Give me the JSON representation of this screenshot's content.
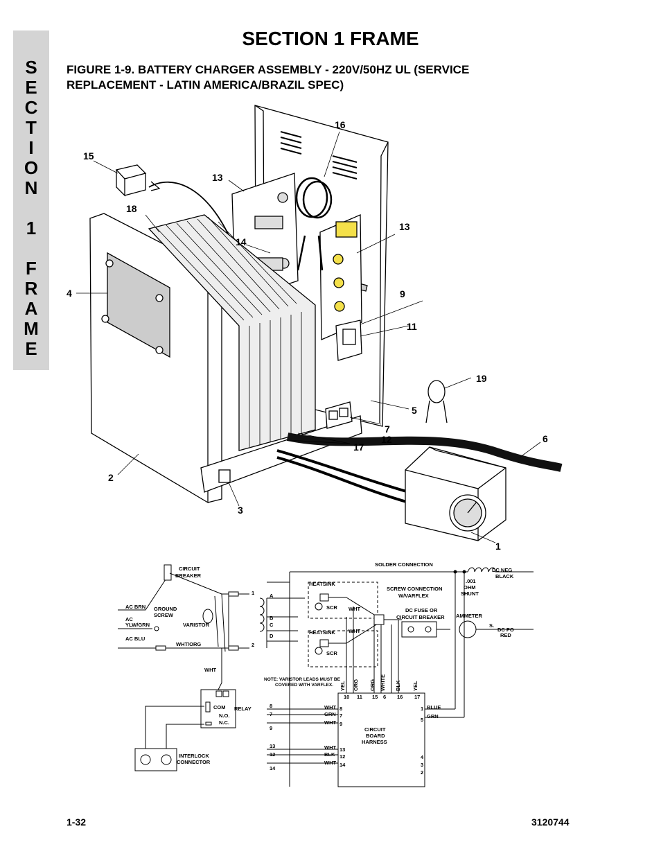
{
  "side_tab": {
    "letters": [
      "S",
      "E",
      "C",
      "T",
      "I",
      "O",
      "N",
      "",
      "1",
      "",
      "F",
      "R",
      "A",
      "M",
      "E"
    ]
  },
  "section_title": "SECTION 1  FRAME",
  "figure_title_line1": "FIGURE 1-9.    BATTERY CHARGER ASSEMBLY - 220V/50HZ UL (SERVICE",
  "figure_title_line2": "REPLACEMENT - LATIN AMERICA/BRAZIL SPEC)",
  "callouts": [
    "16",
    "15",
    "13",
    "18",
    "14",
    "13",
    "4",
    "9",
    "11",
    "19",
    "5",
    "7",
    "12",
    "17",
    "6",
    "2",
    "3",
    "1"
  ],
  "schematic": {
    "labels": {
      "circuit_breaker_1": "CIRCUIT",
      "circuit_breaker_2": "BREAKER",
      "ac_brn": "AC BRN",
      "ground_screw_1": "GROUND",
      "ground_screw_2": "SCREW",
      "ac_1": "AC",
      "ylw_grn": "YLW/GRN",
      "varistor": "VARISTOR",
      "ac_blu": "AC BLU",
      "wht_org": "WHT/ORG",
      "wht": "WHT",
      "relay": "RELAY",
      "com": "COM",
      "no": "N.O.",
      "nc": "N.C.",
      "interlock_1": "INTERLOCK",
      "interlock_2": "CONNECTOR",
      "t1": "1",
      "t2": "2",
      "a": "A",
      "b": "B",
      "c": "C",
      "d": "D",
      "heatsink_1": "HEATSINK",
      "heatsink_2": "HEATSINK",
      "scr_1": "SCR",
      "scr_2": "SCR",
      "wht_1": "WHT",
      "wht_2": "WHT",
      "screw_conn_1": "SCREW CONNECTION",
      "screw_conn_2": "W/VARFLEX",
      "solder": "SOLDER CONNECTION",
      "dc_fuse_1": "DC FUSE OR",
      "dc_fuse_2": "CIRCUIT BREAKER",
      "ohm_1": ".001",
      "ohm_2": "OHM",
      "ohm_3": "SHUNT",
      "dc_neg_1": "DC NEG",
      "dc_neg_2": "BLACK",
      "ammeter": "AMMETER",
      "s": "S.",
      "dc_pos_1": "DC PO",
      "dc_pos_2": "RED",
      "note_1": "NOTE: VARISTOR LEADS MUST BE",
      "note_2": "COVERED WITH VARFLEX.",
      "harness_1": "CIRCUIT",
      "harness_2": "BOARD",
      "harness_3": "HARNESS",
      "w_yel_1": "YEL",
      "w_org_1": "ORG",
      "w_org_2": "ORG",
      "w_white": "WHITE",
      "w_blk": "BLK",
      "w_yel_2": "YEL",
      "p10": "10",
      "p11": "11",
      "p15": "15",
      "p6": "6",
      "p16": "16",
      "p17": "17",
      "blue": "BLUE",
      "grn": "GRN",
      "p1": "1",
      "p5": "5",
      "p4": "4",
      "p3": "3",
      "p2r": "2",
      "l8": "8",
      "l7": "7",
      "l9": "9",
      "l13": "13",
      "l12": "12",
      "l14": "14",
      "lw8": "WHT",
      "lw7": "GRN",
      "lw9": "WHT",
      "lw13": "WHT",
      "lw12": "BLK",
      "lw14": "WHT",
      "r8": "8",
      "r7": "7",
      "r9": "9",
      "r13": "13",
      "r12": "12",
      "r14": "14",
      "tl8": "8",
      "tl7": "7",
      "tl9": "9",
      "tl13": "13",
      "tl12": "12",
      "tl14": "14"
    }
  },
  "footer_left": "1-32",
  "footer_right": "3120744",
  "colors": {
    "tab_gray": "#d4d4d4",
    "brass_yellow": "#f4e04a"
  }
}
